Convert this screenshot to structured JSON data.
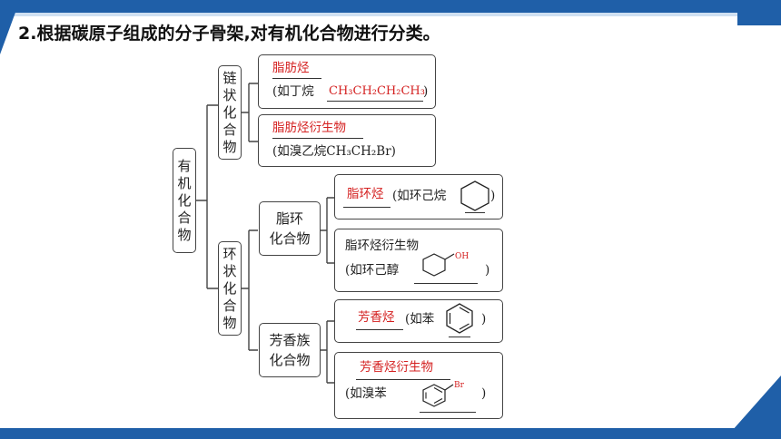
{
  "heading": {
    "number": "2.",
    "text": "根据碳原子组成的分子骨架,对有机化合物进行分类。"
  },
  "root": {
    "label": [
      "有",
      "机",
      "化",
      "合",
      "物"
    ]
  },
  "chain": {
    "label": [
      "链",
      "状",
      "化",
      "合",
      "物"
    ],
    "hydrocarbon": {
      "answer": "脂肪烃",
      "example_prefix": "(如丁烷",
      "example_formula": "CH₃CH₂CH₂CH₃",
      "suffix": ")"
    },
    "derivative": {
      "answer": "脂肪烃衍生物",
      "example": "(如溴乙烷CH₃CH₂Br)"
    }
  },
  "ring": {
    "label": [
      "环",
      "状",
      "化",
      "合",
      "物"
    ],
    "alicyclic": {
      "label_line1": "脂环",
      "label_line2": "化合物",
      "hydrocarbon": {
        "answer": "脂环烃",
        "example_prefix": "(如环己烷",
        "suffix": ")"
      },
      "derivative": {
        "label": "脂环烃衍生物",
        "example_prefix": "(如环己醇",
        "substituent": "OH",
        "suffix": ")"
      }
    },
    "aromatic": {
      "label_line1": "芳香族",
      "label_line2": "化合物",
      "hydrocarbon": {
        "answer": "芳香烃",
        "example_prefix": "(如苯",
        "suffix": ")"
      },
      "derivative": {
        "answer": "芳香烃衍生物",
        "example_prefix": "(如溴苯",
        "substituent": "Br",
        "suffix": ")"
      }
    }
  },
  "colors": {
    "accent_blue": "#1f5fa8",
    "answer_red": "#d42020",
    "line": "#444444"
  }
}
